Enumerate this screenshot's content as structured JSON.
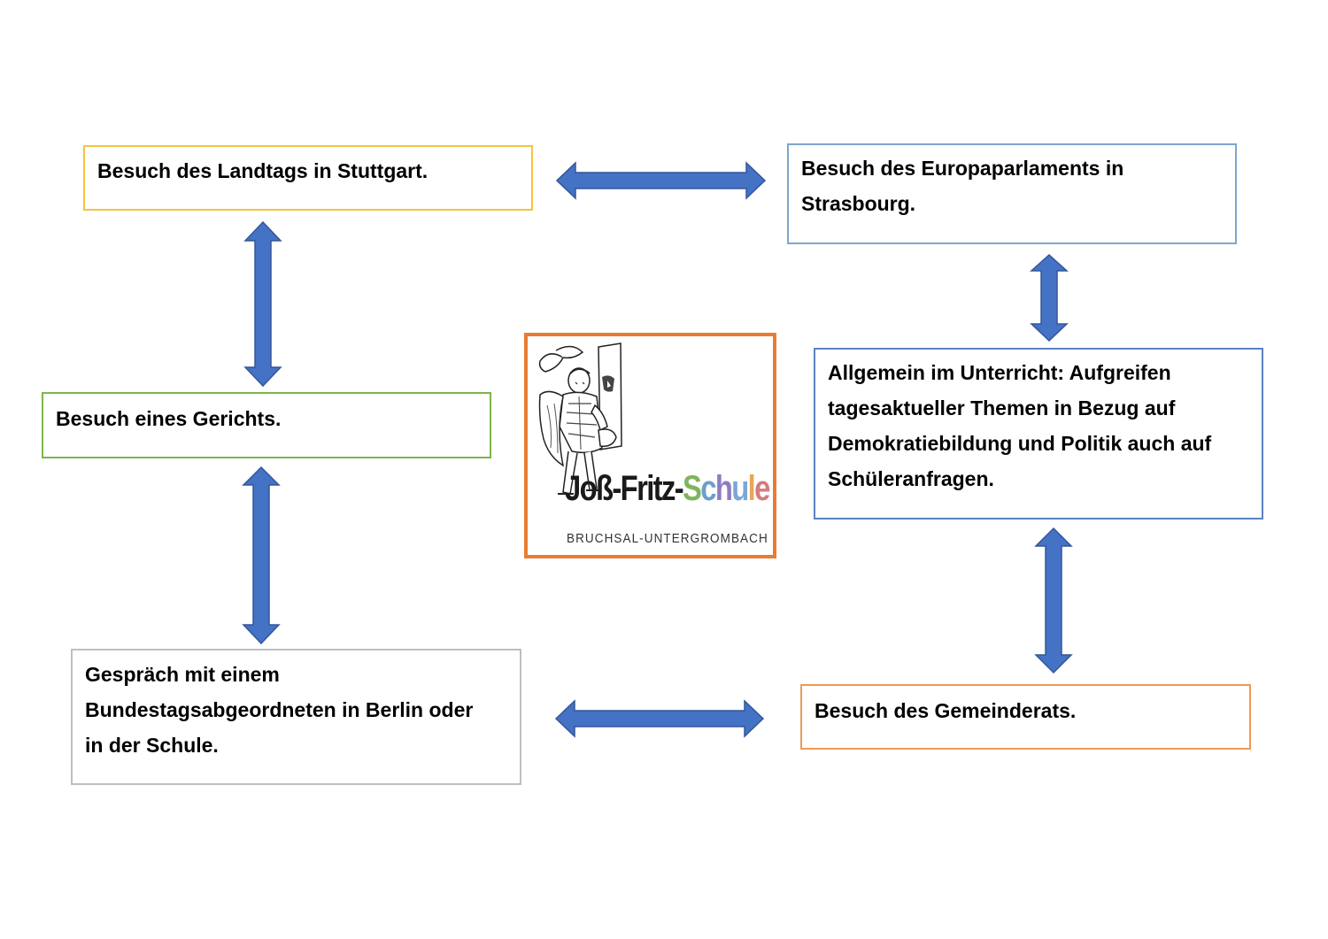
{
  "boxes": {
    "landtag": "Besuch des Landtags in Stuttgart.",
    "europa": "Besuch des Europaparlaments in\nStrasbourg.",
    "gericht": "Besuch eines Gerichts.",
    "unterricht": "Allgemein im Unterricht: Aufgreifen\ntagesaktueller Themen in Bezug auf\nDemokratiebildung und Politik auch auf\nSchüleranfragen.",
    "bundestag": "Gespräch mit einem\nBundestagsabgeordneten in Berlin oder\nin der Schule.",
    "gemeinderat": "Besuch des Gemeinderats."
  },
  "logo": {
    "title_prefix": "Joß-Fritz-",
    "title_letters": [
      "S",
      "c",
      "h",
      "u",
      "l",
      "e"
    ],
    "subtitle": "BRUCHSAL-UNTERGROMBACH"
  },
  "colors": {
    "arrow_fill": "#4472C4",
    "logo_frame": "#E97B32",
    "box_landtag_border": "#F5C342",
    "box_europa_border": "#7EA6D1",
    "box_gericht_border": "#7DB54A",
    "box_unterricht_border": "#5B82BF",
    "box_bundestag_border": "#BFBFBF",
    "box_gemeinderat_border": "#EE9A55"
  }
}
